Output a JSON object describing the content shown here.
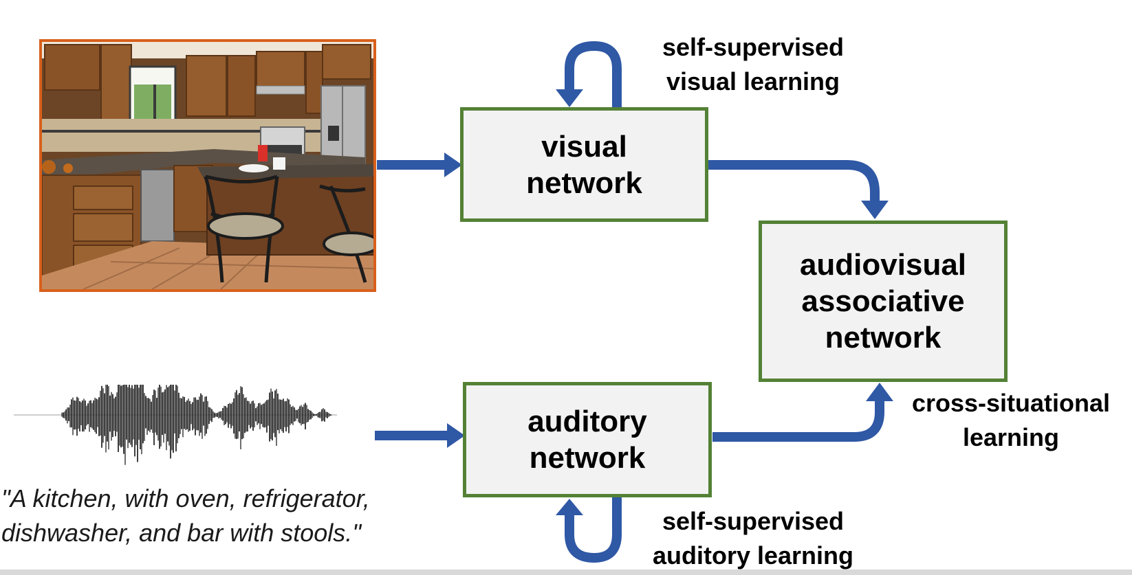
{
  "nodes": {
    "visual": {
      "label": "visual\nnetwork"
    },
    "auditory": {
      "label": "auditory\nnetwork"
    },
    "audiovisual": {
      "label": "audiovisual\nassociative\nnetwork"
    }
  },
  "edge_labels": {
    "visual_self": "self-supervised\nvisual learning",
    "auditory_self": "self-supervised\nauditory learning",
    "cross_situational": "cross-situational\nlearning"
  },
  "inputs": {
    "image_description": "",
    "caption": "\"A kitchen, with oven, refrigerator,\ndishwasher, and bar with stools.\""
  },
  "colors": {
    "arrow": "#2f58a5",
    "node_border": "#538135",
    "node_fill": "#f2f2f2",
    "photo_border": "#d8601c"
  }
}
